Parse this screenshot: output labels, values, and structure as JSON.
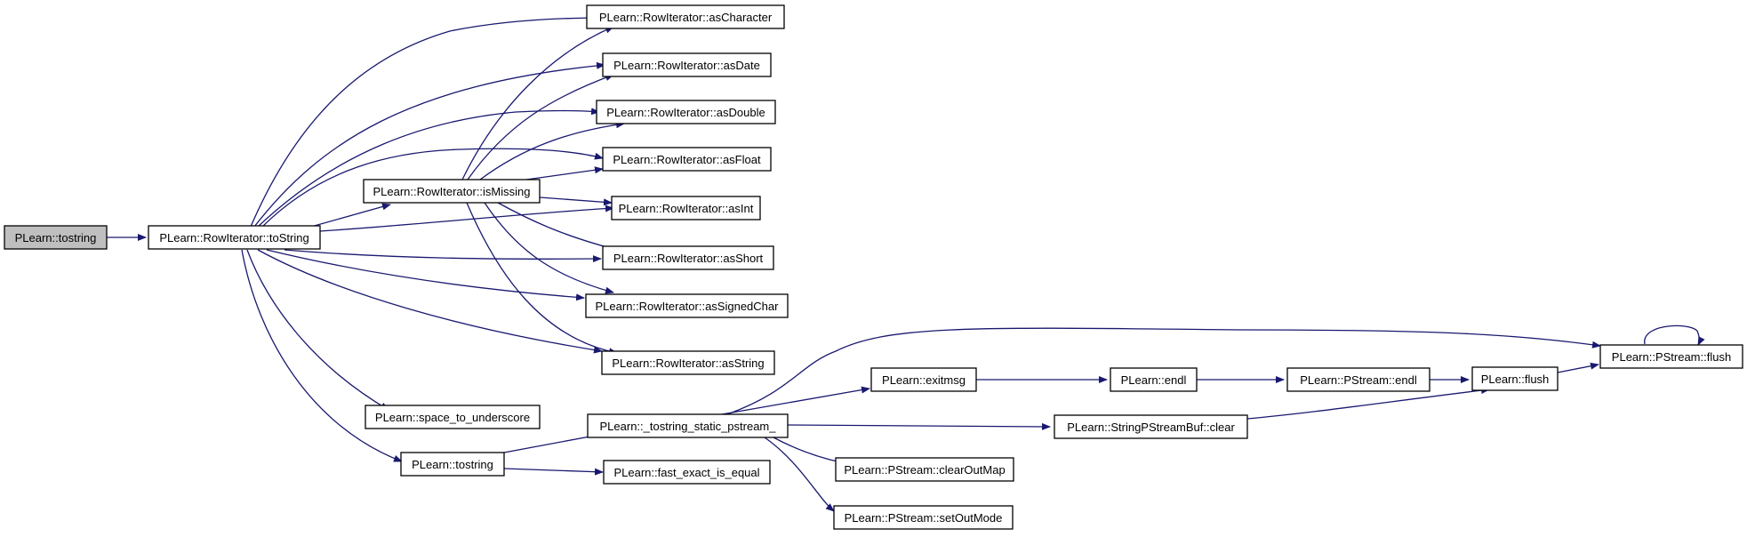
{
  "colors": {
    "edge": "#191970",
    "root_fill": "#bfbfbf",
    "node_fill": "#ffffff",
    "border": "#000000"
  },
  "nodes": {
    "tostring_root": "PLearn::tostring",
    "toString": "PLearn::RowIterator::toString",
    "isMissing": "PLearn::RowIterator::isMissing",
    "asCharacter": "PLearn::RowIterator::asCharacter",
    "asDate": "PLearn::RowIterator::asDate",
    "asDouble": "PLearn::RowIterator::asDouble",
    "asFloat": "PLearn::RowIterator::asFloat",
    "asInt": "PLearn::RowIterator::asInt",
    "asShort": "PLearn::RowIterator::asShort",
    "asSignedChar": "PLearn::RowIterator::asSignedChar",
    "asString": "PLearn::RowIterator::asString",
    "space_to_underscore": "PLearn::space_to_underscore",
    "tostring2": "PLearn::tostring",
    "tostring_static": "PLearn::_tostring_static_pstream_",
    "fast_exact": "PLearn::fast_exact_is_equal",
    "exitmsg": "PLearn::exitmsg",
    "endl": "PLearn::endl",
    "pstream_endl": "PLearn::PStream::endl",
    "flush": "PLearn::flush",
    "pstream_flush": "PLearn::PStream::flush",
    "sps_clear": "PLearn::StringPStreamBuf::clear",
    "clearOutMap": "PLearn::PStream::clearOutMap",
    "setOutMode": "PLearn::PStream::setOutMode"
  }
}
